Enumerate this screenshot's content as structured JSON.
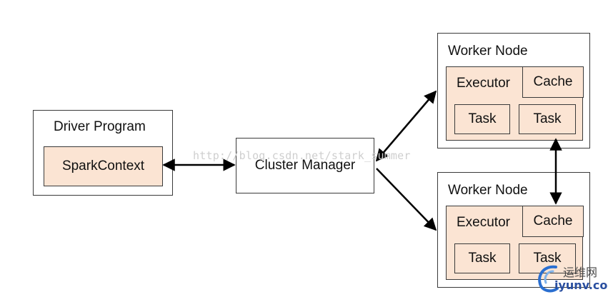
{
  "driver": {
    "title": "Driver Program",
    "context": "SparkContext"
  },
  "cluster_manager": {
    "label": "Cluster Manager"
  },
  "workers": [
    {
      "title": "Worker Node",
      "executor": "Executor",
      "cache": "Cache",
      "tasks": [
        "Task",
        "Task"
      ]
    },
    {
      "title": "Worker Node",
      "executor": "Executor",
      "cache": "Cache",
      "tasks": [
        "Task",
        "Task"
      ]
    }
  ],
  "watermark": "http://blog.csdn.net/stark_summer",
  "logo": {
    "cn": "运维网",
    "en": "iyunv.com"
  },
  "colors": {
    "border": "#3a3a3a",
    "fill": "#fbe4d3",
    "arrow": "#000000"
  }
}
